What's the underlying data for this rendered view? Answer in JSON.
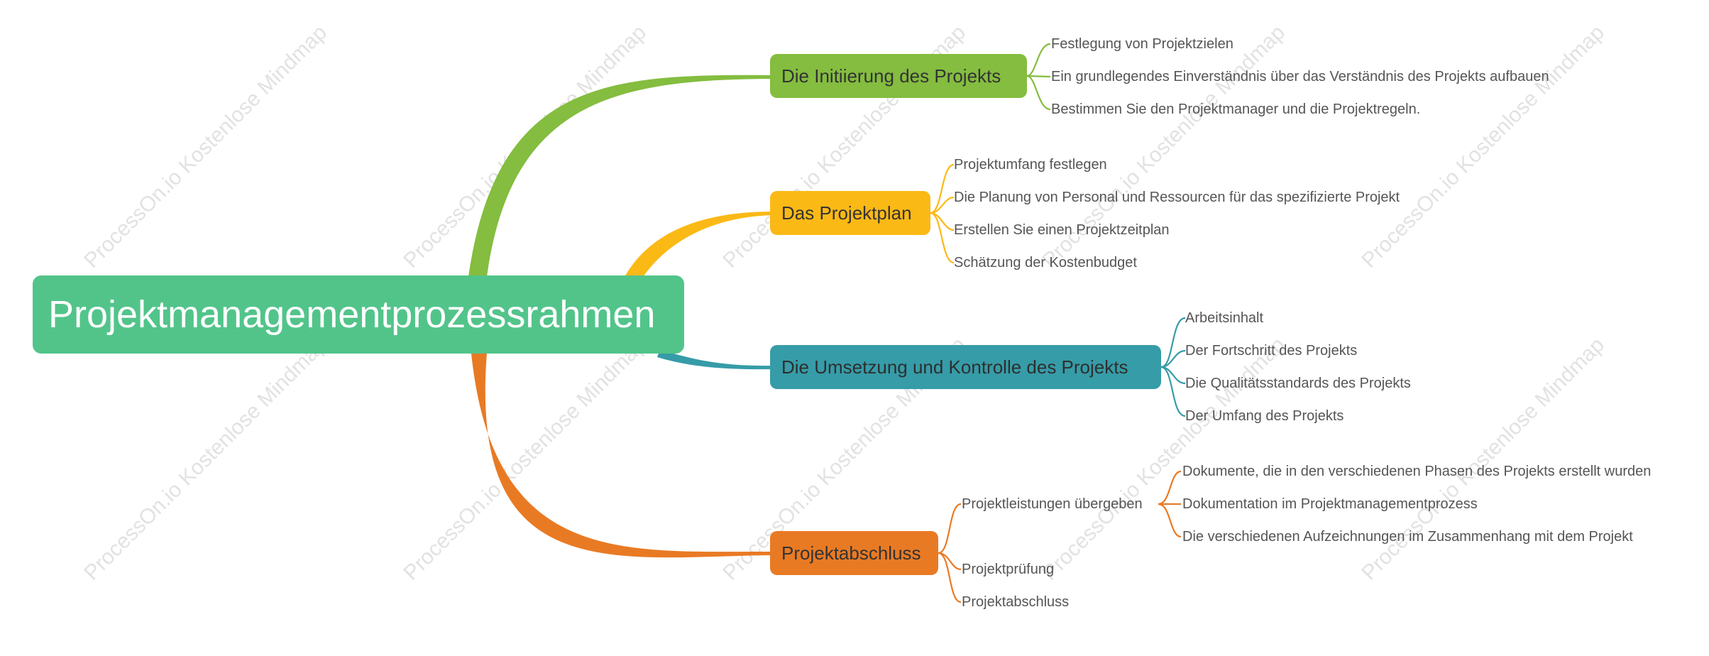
{
  "watermark": "ProcessOn.io Kostenlose Mindmap",
  "colors": {
    "root": "#52c48a",
    "initiation": "#84bd3f",
    "plan": "#fbb916",
    "execution": "#369ca8",
    "closure": "#e97a24",
    "leaf_text": "#555555"
  },
  "root": {
    "label": "Projektmanagementprozessrahmen"
  },
  "branches": [
    {
      "label": "Die Initiierung des Projekts",
      "items": [
        "Festlegung von Projektzielen",
        "Ein grundlegendes Einverständnis über das Verständnis des Projekts aufbauen",
        "Bestimmen Sie den Projektmanager und die Projektregeln."
      ]
    },
    {
      "label": "Das Projektplan",
      "items": [
        "Projektumfang festlegen",
        "Die Planung von Personal und Ressourcen für das spezifizierte Projekt",
        "Erstellen Sie einen Projektzeitplan",
        "Schätzung der Kostenbudget"
      ]
    },
    {
      "label": "Die Umsetzung und Kontrolle des Projekts",
      "items": [
        "Arbeitsinhalt",
        "Der Fortschritt des Projekts",
        "Die Qualitätsstandards des Projekts",
        "Der Umfang des Projekts"
      ]
    },
    {
      "label": "Projektabschluss",
      "items": [
        {
          "label": "Projektleistungen übergeben",
          "children": [
            "Dokumente, die in den verschiedenen Phasen des Projekts erstellt wurden",
            "Dokumentation im Projektmanagementprozess",
            "Die verschiedenen Aufzeichnungen im Zusammenhang mit dem Projekt"
          ]
        },
        "Projektprüfung",
        "Projektabschluss"
      ]
    }
  ]
}
